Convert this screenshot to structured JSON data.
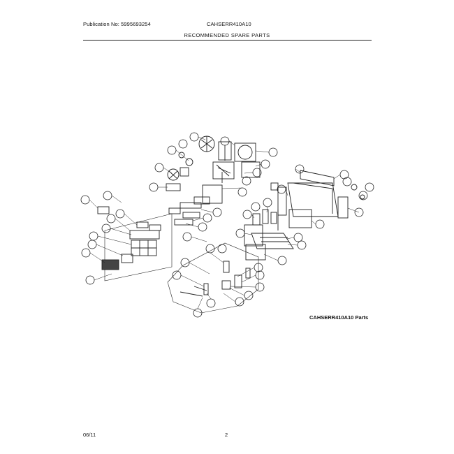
{
  "header": {
    "publication": "Publication No: 5995693254",
    "model": "CAHSERR410A10"
  },
  "section_title": "RECOMMENDED SPARE PARTS",
  "diagram": {
    "caption": "CAHSERR410A10 Parts"
  },
  "footer": {
    "date": "06/11",
    "page": "2"
  }
}
